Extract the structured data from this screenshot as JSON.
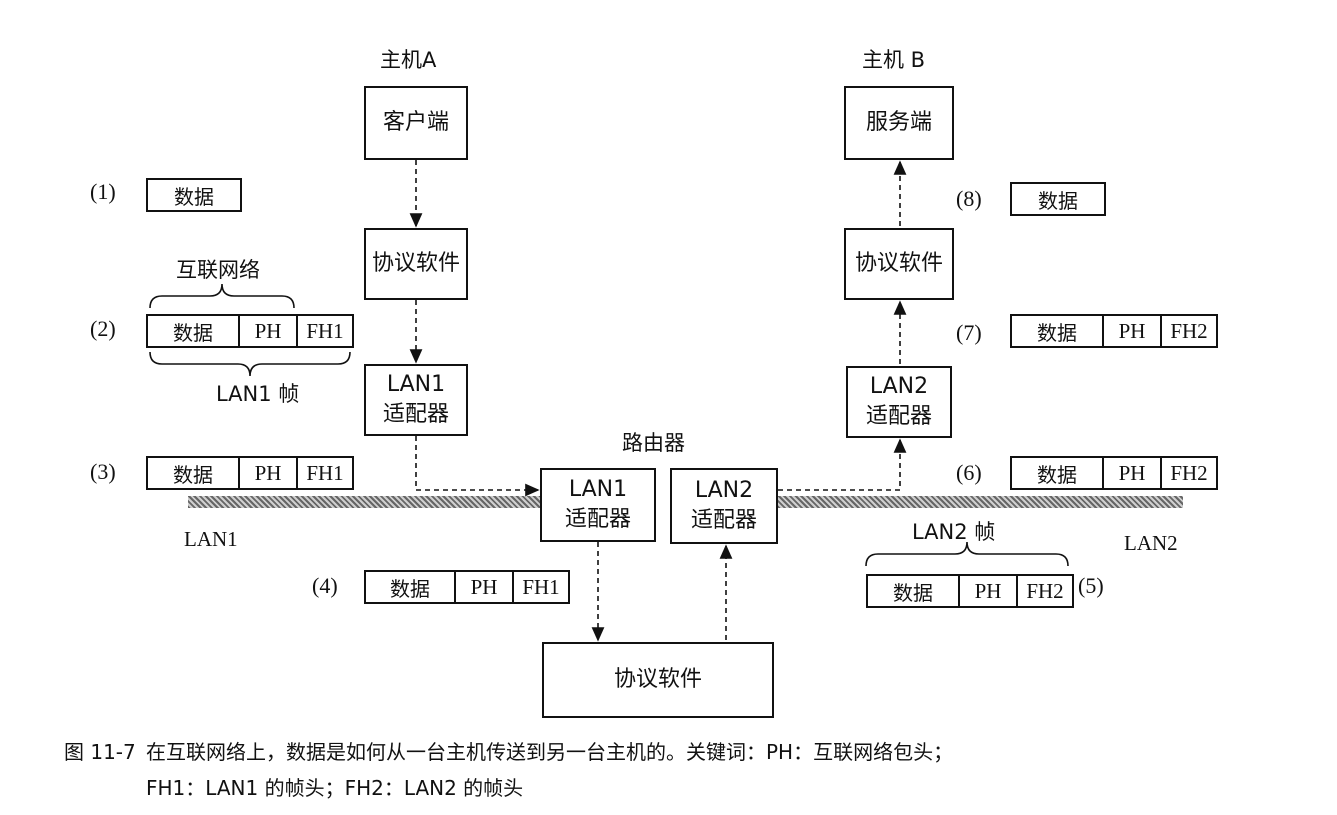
{
  "host_a": {
    "title": "主机A",
    "client": "客户端",
    "protocol": "协议软件",
    "adapter": "LAN1\n适配器"
  },
  "host_b": {
    "title": "主机 B",
    "server": "服务端",
    "protocol": "协议软件",
    "adapter": "LAN2\n适配器"
  },
  "router": {
    "title": "路由器",
    "adapter1": "LAN1\n适配器",
    "adapter2": "LAN2\n适配器",
    "protocol": "协议软件"
  },
  "networks": {
    "lan1": "LAN1",
    "lan2": "LAN2"
  },
  "brackets": {
    "internet": "互联网络",
    "lan1_frame": "LAN1 帧",
    "lan2_frame": "LAN2 帧"
  },
  "steps": {
    "s1": {
      "label": "(1)",
      "cells": [
        "数据"
      ]
    },
    "s2": {
      "label": "(2)",
      "cells": [
        "数据",
        "PH",
        "FH1"
      ]
    },
    "s3": {
      "label": "(3)",
      "cells": [
        "数据",
        "PH",
        "FH1"
      ]
    },
    "s4": {
      "label": "(4)",
      "cells": [
        "数据",
        "PH",
        "FH1"
      ]
    },
    "s5": {
      "label": "(5)",
      "cells": [
        "数据",
        "PH",
        "FH2"
      ]
    },
    "s6": {
      "label": "(6)",
      "cells": [
        "数据",
        "PH",
        "FH2"
      ]
    },
    "s7": {
      "label": "(7)",
      "cells": [
        "数据",
        "PH",
        "FH2"
      ]
    },
    "s8": {
      "label": "(8)",
      "cells": [
        "数据"
      ]
    }
  },
  "caption": {
    "number": "图 11-7",
    "line1": "在互联网络上，数据是如何从一台主机传送到另一台主机的。关键词：PH：互联网络包头；",
    "line2": "FH1：LAN1 的帧头；FH2：LAN2 的帧头"
  }
}
